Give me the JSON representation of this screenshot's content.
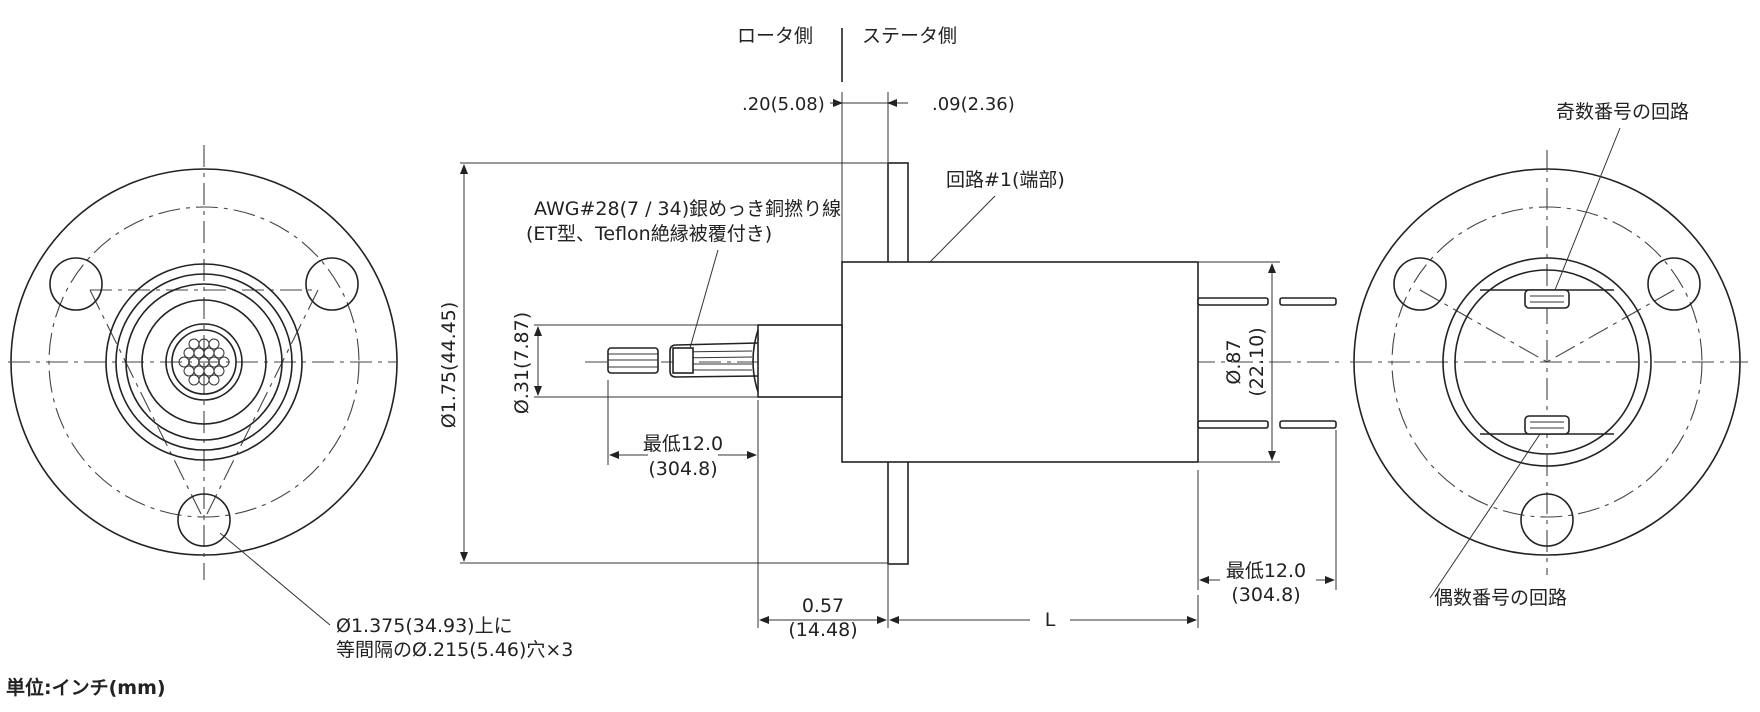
{
  "labels": {
    "rotor_side": "ロータ側",
    "stator_side": "ステータ側",
    "dim_020": ".20(5.08)",
    "dim_009": ".09(2.36)",
    "odd_circuits": "奇数番号の回路",
    "circuit1": "回路#1(端部)",
    "awg_line1": "AWG#28(7 / 34)銀めっき銅撚り線",
    "awg_line2": "(ET型、Teflon絶縁被覆付き)",
    "dia_175": "Ø1.75(44.45)",
    "dia_031": "Ø.31(7.87)",
    "dia_087": "Ø.87",
    "dia_087_mm": "(22.10)",
    "min_left_1": "最低12.0",
    "min_left_2": "(304.8)",
    "min_right_1": "最低12.0",
    "min_right_2": "(304.8)",
    "dim_057": "0.57",
    "dim_057_mm": "(14.48)",
    "dim_L": "L",
    "even_circuits": "偶数番号の回路",
    "holes_line1": "Ø1.375(34.93)上に",
    "holes_line2": "等間隔のØ.215(5.46)穴×3",
    "units": "単位:インチ(mm)"
  }
}
